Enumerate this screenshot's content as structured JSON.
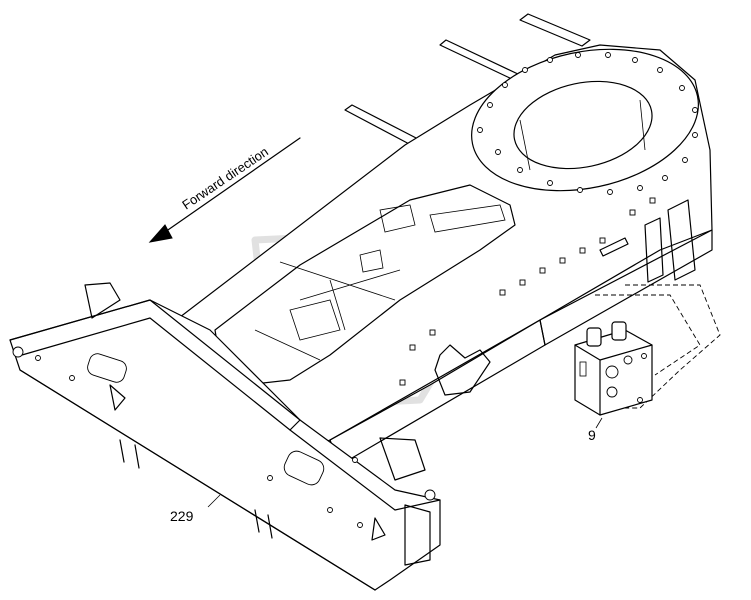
{
  "labels": {
    "forward_direction": "Forward direction",
    "part_valve": "9",
    "part_frame": "229"
  }
}
